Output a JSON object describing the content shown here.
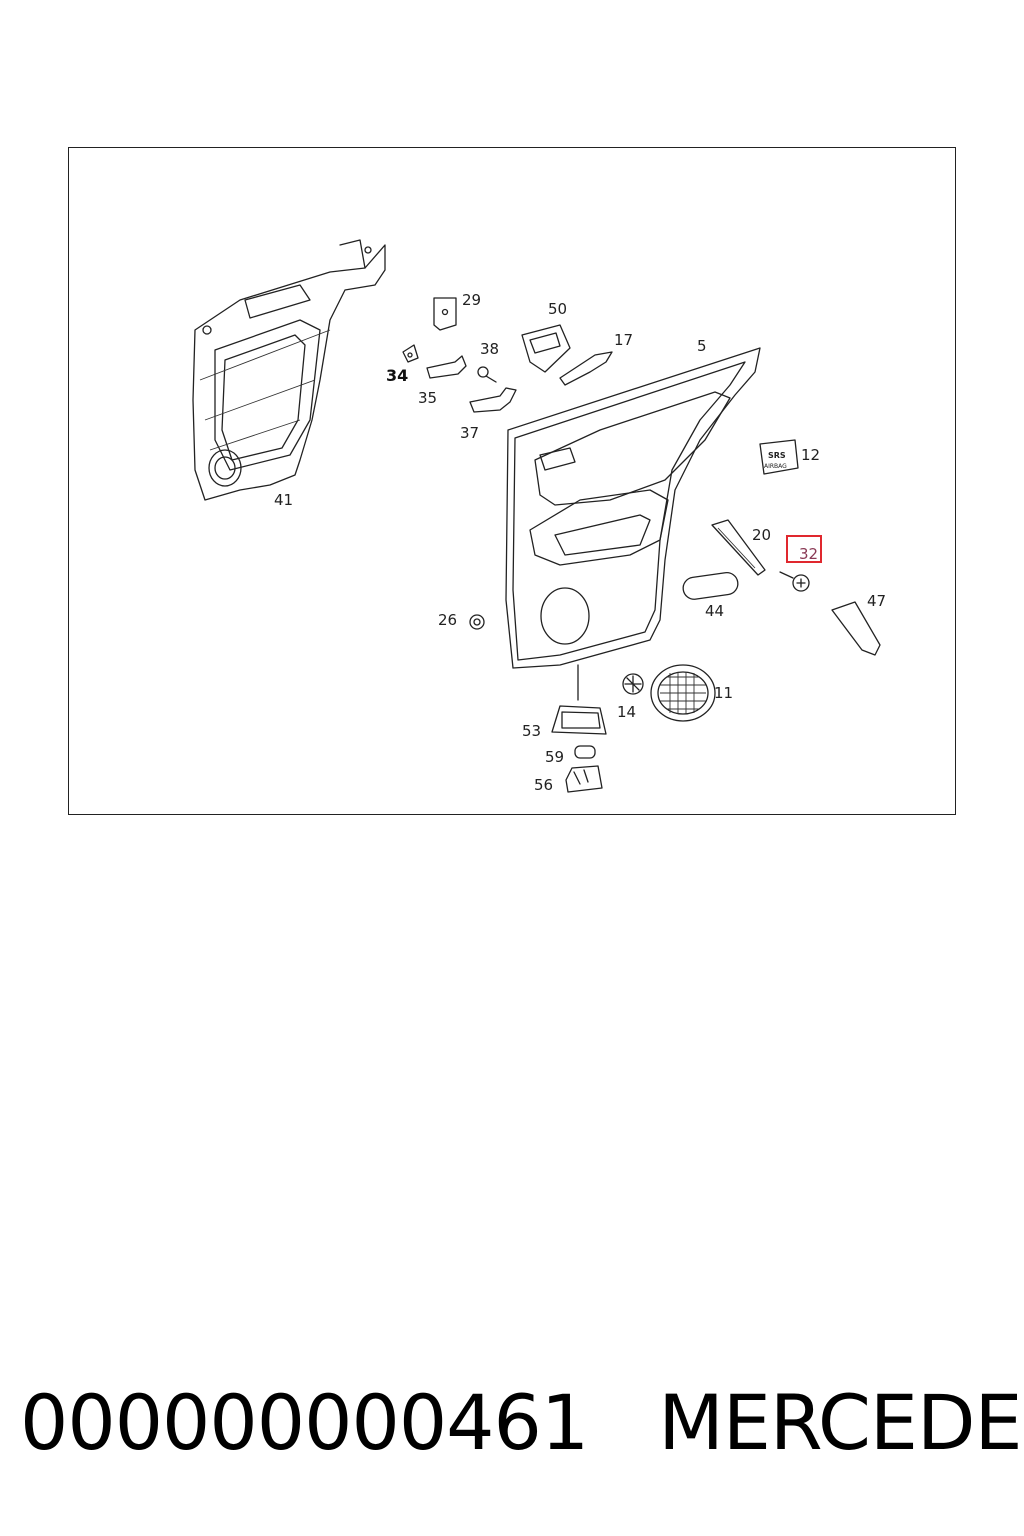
{
  "diagram": {
    "callouts": {
      "c41": "41",
      "c29": "29",
      "c50": "50",
      "c38": "38",
      "c34": "34",
      "c35": "35",
      "c37": "37",
      "c17": "17",
      "c5": "5",
      "c12": "12",
      "c20": "20",
      "c32": "32",
      "c47": "47",
      "c44": "44",
      "c26": "26",
      "c14": "14",
      "c11": "11",
      "c53": "53",
      "c59": "59",
      "c56": "56"
    },
    "highlighted_callout": "32",
    "highlight_color": "#e0282e"
  },
  "caption": {
    "part_number": "000000000461",
    "brand": "MERCEDES"
  }
}
